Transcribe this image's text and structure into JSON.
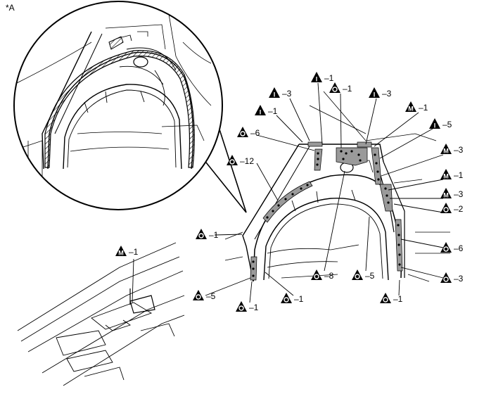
{
  "figure_tag": "*A",
  "callouts": [
    {
      "id": "c1",
      "symbol": "I",
      "label": "1"
    },
    {
      "id": "c2",
      "symbol": "O",
      "label": "1"
    },
    {
      "id": "c3",
      "symbol": "I",
      "label": "3"
    },
    {
      "id": "c4",
      "symbol": "I",
      "label": "3"
    },
    {
      "id": "c5",
      "symbol": "I",
      "label": "1"
    },
    {
      "id": "c6",
      "symbol": "M",
      "label": "1"
    },
    {
      "id": "c7",
      "symbol": "I",
      "label": "5"
    },
    {
      "id": "c8",
      "symbol": "O",
      "label": "6"
    },
    {
      "id": "c9",
      "symbol": "M",
      "label": "3"
    },
    {
      "id": "c10",
      "symbol": "O",
      "label": "12"
    },
    {
      "id": "c11",
      "symbol": "M",
      "label": "1"
    },
    {
      "id": "c12",
      "symbol": "M",
      "label": "3"
    },
    {
      "id": "c13",
      "symbol": "O",
      "label": "2"
    },
    {
      "id": "c14",
      "symbol": "O",
      "label": "1"
    },
    {
      "id": "c15",
      "symbol": "O",
      "label": "6"
    },
    {
      "id": "c16",
      "symbol": "M",
      "label": "1"
    },
    {
      "id": "c17",
      "symbol": "O",
      "label": "8"
    },
    {
      "id": "c18",
      "symbol": "O",
      "label": "5"
    },
    {
      "id": "c19",
      "symbol": "O",
      "label": "3"
    },
    {
      "id": "c20",
      "symbol": "O",
      "label": "5"
    },
    {
      "id": "c21",
      "symbol": "O",
      "label": "1"
    },
    {
      "id": "c22",
      "symbol": "O",
      "label": "1"
    },
    {
      "id": "c23",
      "symbol": "O",
      "label": "1"
    }
  ]
}
